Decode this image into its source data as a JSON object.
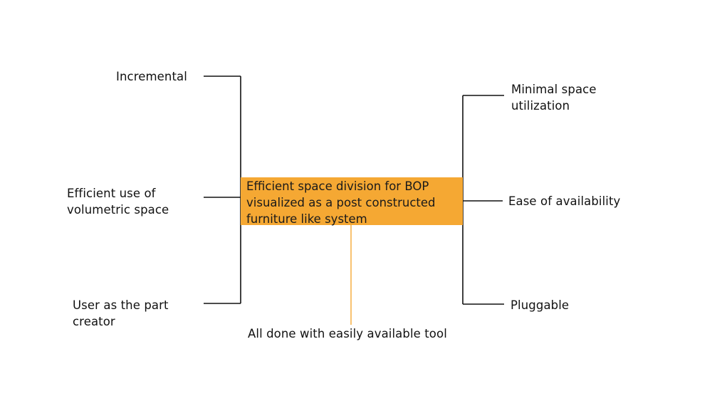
{
  "colors": {
    "center_fill": "#F5A833",
    "center_stem": "#F5A833",
    "connector": "#111111"
  },
  "center": {
    "text": "Efficient space division for BOP\nvisualized as a post constructed\nfurniture like system"
  },
  "left_items": [
    {
      "text": "Incremental"
    },
    {
      "text": "Efficient use of\nvolumetric space"
    },
    {
      "text": "User as the part\ncreator"
    }
  ],
  "right_items": [
    {
      "text": "Minimal space\nutilization"
    },
    {
      "text": "Ease of availability"
    },
    {
      "text": "Pluggable"
    }
  ],
  "bottom_item": {
    "text": "All done with easily available tool"
  }
}
